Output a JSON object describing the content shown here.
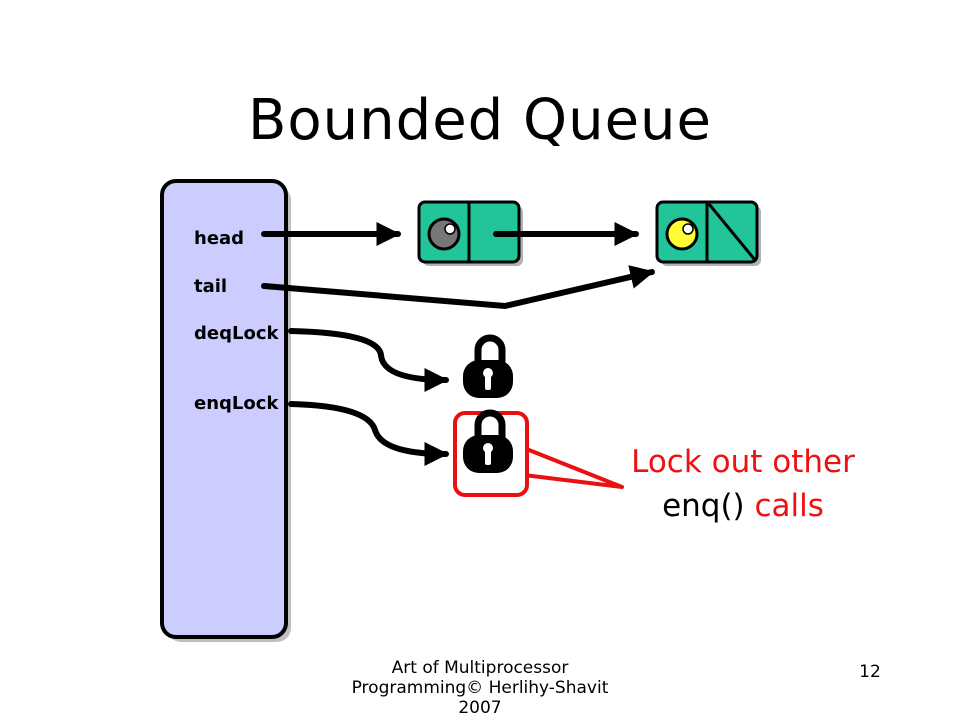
{
  "slide": {
    "title": "Bounded Queue",
    "footer": "Art of Multiprocessor Programming© Herlihy-Shavit 2007",
    "page_number": "12"
  },
  "queue_object": {
    "fields": [
      "head",
      "tail",
      "deqLock",
      "enqLock"
    ]
  },
  "callout": {
    "line1": "Lock out other",
    "line2_code": "enq()",
    "line2_rest": " calls"
  },
  "colors": {
    "object_fill": "#ccccff",
    "node_fill": "#22c59a",
    "sentinel_dot": "#777777",
    "value_dot": "#ffff33",
    "highlight": "#e81010",
    "callout_text": "#ee1111"
  }
}
